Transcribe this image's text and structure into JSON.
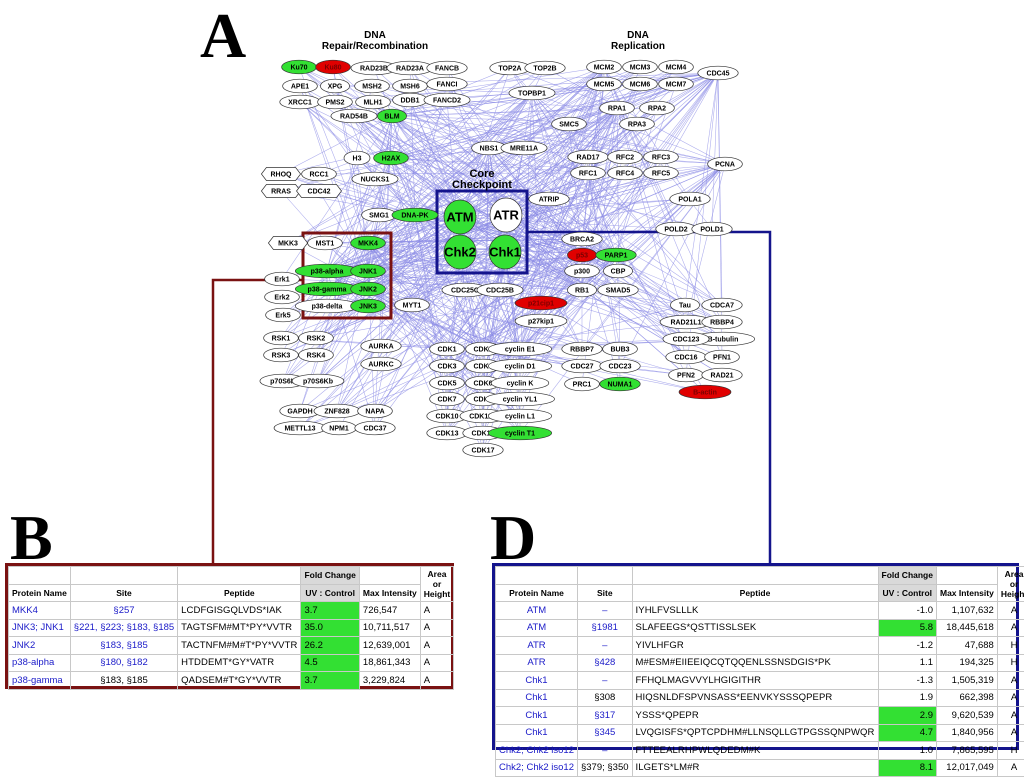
{
  "panel_labels": {
    "A": "A",
    "B": "B",
    "D": "D"
  },
  "group_labels": {
    "dna_repair": [
      "DNA",
      "Repair/Recombination"
    ],
    "dna_replication": [
      "DNA",
      "Replication"
    ],
    "core_checkpoint": [
      "Core",
      "Checkpoint"
    ]
  },
  "colors": {
    "up": "#33e033",
    "down": "#e00000",
    "edge": "#8c8ce6",
    "blue_box": "#14148c",
    "red_box": "#7a1212"
  },
  "nodes": [
    {
      "id": "Ku70",
      "label": "Ku70",
      "status": "up"
    },
    {
      "id": "Ku80",
      "label": "Ku80",
      "status": "down"
    },
    {
      "id": "RAD23B",
      "label": "RAD23B"
    },
    {
      "id": "RAD23A",
      "label": "RAD23A"
    },
    {
      "id": "FANCB",
      "label": "FANCB"
    },
    {
      "id": "TOP2A",
      "label": "TOP2A"
    },
    {
      "id": "TOP2B",
      "label": "TOP2B"
    },
    {
      "id": "MCM2",
      "label": "MCM2"
    },
    {
      "id": "MCM3",
      "label": "MCM3"
    },
    {
      "id": "MCM4",
      "label": "MCM4"
    },
    {
      "id": "APE1",
      "label": "APE1"
    },
    {
      "id": "XPG",
      "label": "XPG"
    },
    {
      "id": "MSH2",
      "label": "MSH2"
    },
    {
      "id": "MSH6",
      "label": "MSH6"
    },
    {
      "id": "FANCI",
      "label": "FANCI"
    },
    {
      "id": "MCM5",
      "label": "MCM5"
    },
    {
      "id": "MCM6",
      "label": "MCM6"
    },
    {
      "id": "MCM7",
      "label": "MCM7"
    },
    {
      "id": "CDC45",
      "label": "CDC45"
    },
    {
      "id": "XRCC1",
      "label": "XRCC1"
    },
    {
      "id": "PMS2",
      "label": "PMS2"
    },
    {
      "id": "MLH1",
      "label": "MLH1"
    },
    {
      "id": "DDB1",
      "label": "DDB1"
    },
    {
      "id": "FANCD2",
      "label": "FANCD2"
    },
    {
      "id": "TOPBP1",
      "label": "TOPBP1"
    },
    {
      "id": "RPA1",
      "label": "RPA1"
    },
    {
      "id": "RPA2",
      "label": "RPA2"
    },
    {
      "id": "RAD54B",
      "label": "RAD54B"
    },
    {
      "id": "BLM",
      "label": "BLM",
      "status": "up"
    },
    {
      "id": "RPA3",
      "label": "RPA3"
    },
    {
      "id": "SMC5",
      "label": "SMC5"
    },
    {
      "id": "NBS1",
      "label": "NBS1"
    },
    {
      "id": "MRE11A",
      "label": "MRE11A"
    },
    {
      "id": "H3",
      "label": "H3"
    },
    {
      "id": "H2AX",
      "label": "H2AX",
      "status": "up"
    },
    {
      "id": "RAD17",
      "label": "RAD17"
    },
    {
      "id": "RFC2",
      "label": "RFC2"
    },
    {
      "id": "RFC3",
      "label": "RFC3"
    },
    {
      "id": "PCNA",
      "label": "PCNA"
    },
    {
      "id": "RHOQ",
      "label": "RHOQ",
      "shape": "hex"
    },
    {
      "id": "RCC1",
      "label": "RCC1"
    },
    {
      "id": "NUCKS1",
      "label": "NUCKS1"
    },
    {
      "id": "RFC1",
      "label": "RFC1"
    },
    {
      "id": "RFC4",
      "label": "RFC4"
    },
    {
      "id": "RFC5",
      "label": "RFC5"
    },
    {
      "id": "RRAS",
      "label": "RRAS",
      "shape": "hex"
    },
    {
      "id": "CDC42",
      "label": "CDC42",
      "shape": "hex"
    },
    {
      "id": "ATRIP",
      "label": "ATRIP"
    },
    {
      "id": "POLA1",
      "label": "POLA1"
    },
    {
      "id": "SMG1",
      "label": "SMG1"
    },
    {
      "id": "DNA-PK",
      "label": "DNA-PK",
      "status": "up"
    },
    {
      "id": "POLD2",
      "label": "POLD2"
    },
    {
      "id": "POLD1",
      "label": "POLD1"
    },
    {
      "id": "ATM",
      "label": "ATM",
      "status": "up",
      "core": true
    },
    {
      "id": "ATR",
      "label": "ATR",
      "core": true
    },
    {
      "id": "Chk2",
      "label": "Chk2",
      "status": "up",
      "core": true
    },
    {
      "id": "Chk1",
      "label": "Chk1",
      "status": "up",
      "core": true
    },
    {
      "id": "MKK3",
      "label": "MKK3",
      "shape": "hex"
    },
    {
      "id": "MST1",
      "label": "MST1"
    },
    {
      "id": "MKK4",
      "label": "MKK4",
      "status": "up"
    },
    {
      "id": "BRCA2",
      "label": "BRCA2"
    },
    {
      "id": "p53",
      "label": "p53",
      "status": "down"
    },
    {
      "id": "PARP1",
      "label": "PARP1",
      "status": "up"
    },
    {
      "id": "p38-alpha",
      "label": "p38-alpha",
      "status": "up"
    },
    {
      "id": "JNK1",
      "label": "JNK1",
      "status": "up"
    },
    {
      "id": "p300",
      "label": "p300"
    },
    {
      "id": "CBP",
      "label": "CBP"
    },
    {
      "id": "Erk1",
      "label": "Erk1"
    },
    {
      "id": "p38-gamma",
      "label": "p38-gamma",
      "status": "up"
    },
    {
      "id": "JNK2",
      "label": "JNK2",
      "status": "up"
    },
    {
      "id": "CDC25C",
      "label": "CDC25C"
    },
    {
      "id": "CDC25B",
      "label": "CDC25B"
    },
    {
      "id": "RB1",
      "label": "RB1"
    },
    {
      "id": "SMAD5",
      "label": "SMAD5"
    },
    {
      "id": "Erk2",
      "label": "Erk2"
    },
    {
      "id": "p38-delta",
      "label": "p38-delta"
    },
    {
      "id": "JNK3",
      "label": "JNK3",
      "status": "up"
    },
    {
      "id": "MYT1",
      "label": "MYT1"
    },
    {
      "id": "p21cip1",
      "label": "p21cip1",
      "status": "down"
    },
    {
      "id": "Tau",
      "label": "Tau"
    },
    {
      "id": "CDCA7",
      "label": "CDCA7"
    },
    {
      "id": "Erk5",
      "label": "Erk5"
    },
    {
      "id": "p27kip1",
      "label": "p27kip1"
    },
    {
      "id": "RAD21L1",
      "label": "RAD21L1"
    },
    {
      "id": "RBBP4",
      "label": "RBBP4"
    },
    {
      "id": "RSK1",
      "label": "RSK1"
    },
    {
      "id": "RSK2",
      "label": "RSK2"
    },
    {
      "id": "B-tubulin",
      "label": "B-tubulin"
    },
    {
      "id": "AURKA",
      "label": "AURKA"
    },
    {
      "id": "CDK1",
      "label": "CDK1"
    },
    {
      "id": "CDK2",
      "label": "CDK2"
    },
    {
      "id": "cyclin E1",
      "label": "cyclin E1"
    },
    {
      "id": "RBBP7",
      "label": "RBBP7"
    },
    {
      "id": "BUB3",
      "label": "BUB3"
    },
    {
      "id": "CDC123",
      "label": "CDC123"
    },
    {
      "id": "RSK3",
      "label": "RSK3"
    },
    {
      "id": "RSK4",
      "label": "RSK4"
    },
    {
      "id": "CDK3",
      "label": "CDK3"
    },
    {
      "id": "CDK4",
      "label": "CDK4"
    },
    {
      "id": "cyclin D1",
      "label": "cyclin D1"
    },
    {
      "id": "CDC16",
      "label": "CDC16"
    },
    {
      "id": "PFN1",
      "label": "PFN1"
    },
    {
      "id": "AURKC",
      "label": "AURKC"
    },
    {
      "id": "CDC27",
      "label": "CDC27"
    },
    {
      "id": "CDC23",
      "label": "CDC23"
    },
    {
      "id": "p70S6K",
      "label": "p70S6K"
    },
    {
      "id": "p70S6Kb",
      "label": "p70S6Kb"
    },
    {
      "id": "CDK5",
      "label": "CDK5"
    },
    {
      "id": "CDK6",
      "label": "CDK6"
    },
    {
      "id": "cyclin K",
      "label": "cyclin K"
    },
    {
      "id": "PFN2",
      "label": "PFN2"
    },
    {
      "id": "RAD21",
      "label": "RAD21"
    },
    {
      "id": "PRC1",
      "label": "PRC1"
    },
    {
      "id": "NUMA1",
      "label": "NUMA1",
      "status": "up"
    },
    {
      "id": "B-actin",
      "label": "B-actin",
      "status": "down"
    },
    {
      "id": "CDK7",
      "label": "CDK7"
    },
    {
      "id": "CDK8",
      "label": "CDK8"
    },
    {
      "id": "cyclin YL1",
      "label": "cyclin YL1"
    },
    {
      "id": "GAPDH",
      "label": "GAPDH"
    },
    {
      "id": "ZNF828",
      "label": "ZNF828"
    },
    {
      "id": "NAPA",
      "label": "NAPA"
    },
    {
      "id": "CDK10",
      "label": "CDK10"
    },
    {
      "id": "CDK11A",
      "label": "CDK11A"
    },
    {
      "id": "cyclin L1",
      "label": "cyclin L1"
    },
    {
      "id": "METTL13",
      "label": "METTL13"
    },
    {
      "id": "NPM1",
      "label": "NPM1"
    },
    {
      "id": "CDC37",
      "label": "CDC37"
    },
    {
      "id": "CDK13",
      "label": "CDK13"
    },
    {
      "id": "CDK16",
      "label": "CDK16"
    },
    {
      "id": "cyclin T1",
      "label": "cyclin T1",
      "status": "up"
    },
    {
      "id": "CDK17",
      "label": "CDK17"
    }
  ],
  "table_B": {
    "headers": [
      "Protein Name",
      "Site",
      "Peptide",
      "Fold Change",
      "UV : Control",
      "Max Intensity",
      "Area or Height"
    ],
    "rows": [
      {
        "protein": "MKK4",
        "site": "§257",
        "peptide": "LCDFGISGQLVDS*IAK",
        "fold": "3.7",
        "intensity": "726,547",
        "aoh": "A",
        "g": true
      },
      {
        "protein": "JNK3; JNK1",
        "site": "§221, §223; §183, §185",
        "peptide": "TAGTSFM#MT*PY*VVTR",
        "fold": "35.0",
        "intensity": "10,711,517",
        "aoh": "A",
        "g": true
      },
      {
        "protein": "JNK2",
        "site": "§183, §185",
        "peptide": "TACTNFM#M#T*PY*VVTR",
        "fold": "26.2",
        "intensity": "12,639,001",
        "aoh": "A",
        "g": true
      },
      {
        "protein": "p38-alpha",
        "site": "§180, §182",
        "peptide": "HTDDEMT*GY*VATR",
        "fold": "4.5",
        "intensity": "18,861,343",
        "aoh": "A",
        "g": true
      },
      {
        "protein": "p38-gamma",
        "site": "§183, §185",
        "peptide": "QADSEM#T*GY*VVTR",
        "fold": "3.7",
        "intensity": "3,229,824",
        "aoh": "A",
        "g": true,
        "site_black": true
      }
    ]
  },
  "table_D": {
    "headers": [
      "Protein Name",
      "Site",
      "Peptide",
      "Fold Change",
      "UV : Control",
      "Max Intensity",
      "Area or Height"
    ],
    "rows": [
      {
        "protein": "ATM",
        "site": "–",
        "peptide": "IYHLFVSLLLK",
        "fold": "-1.0",
        "intensity": "1,107,632",
        "aoh": "A",
        "g": false
      },
      {
        "protein": "ATM",
        "site": "§1981",
        "peptide": "SLAFEEGS*QSTTISSLSEK",
        "fold": "5.8",
        "intensity": "18,445,618",
        "aoh": "A",
        "g": true
      },
      {
        "protein": "ATR",
        "site": "–",
        "peptide": "YIVLHFGR",
        "fold": "-1.2",
        "intensity": "47,688",
        "aoh": "H",
        "g": false
      },
      {
        "protein": "ATR",
        "site": "§428",
        "peptide": "M#ESM#EIIEEIQCQTQQENLSSNSDGIS*PK",
        "fold": "1.1",
        "intensity": "194,325",
        "aoh": "H",
        "g": false
      },
      {
        "protein": "Chk1",
        "site": "–",
        "peptide": "FFHQLMAGVVYLHGIGITHR",
        "fold": "-1.3",
        "intensity": "1,505,319",
        "aoh": "A",
        "g": false
      },
      {
        "protein": "Chk1",
        "site": "§308",
        "peptide": "HIQSNLDFSPVNSASS*EENVKYSSSQPEPR",
        "fold": "1.9",
        "intensity": "662,398",
        "aoh": "A",
        "g": false,
        "site_black": true
      },
      {
        "protein": "Chk1",
        "site": "§317",
        "peptide": "YSSS*QPEPR",
        "fold": "2.9",
        "intensity": "9,620,539",
        "aoh": "A",
        "g": true
      },
      {
        "protein": "Chk1",
        "site": "§345",
        "peptide": "LVQGISFS*QPTCPDHM#LLNSQLLGTPGSSQNPWQR",
        "fold": "4.7",
        "intensity": "1,840,956",
        "aoh": "A",
        "g": true
      },
      {
        "protein": "Chk2; Chk2 iso12",
        "site": "–",
        "peptide": "FTTEEALRHPWLQDEDM#K",
        "fold": "1.0",
        "intensity": "7,865,595",
        "aoh": "H",
        "g": false
      },
      {
        "protein": "Chk2; Chk2 iso12",
        "site": "§379; §350",
        "peptide": "ILGETS*LM#R",
        "fold": "8.1",
        "intensity": "12,017,049",
        "aoh": "A",
        "g": true,
        "site_black": true
      }
    ]
  }
}
